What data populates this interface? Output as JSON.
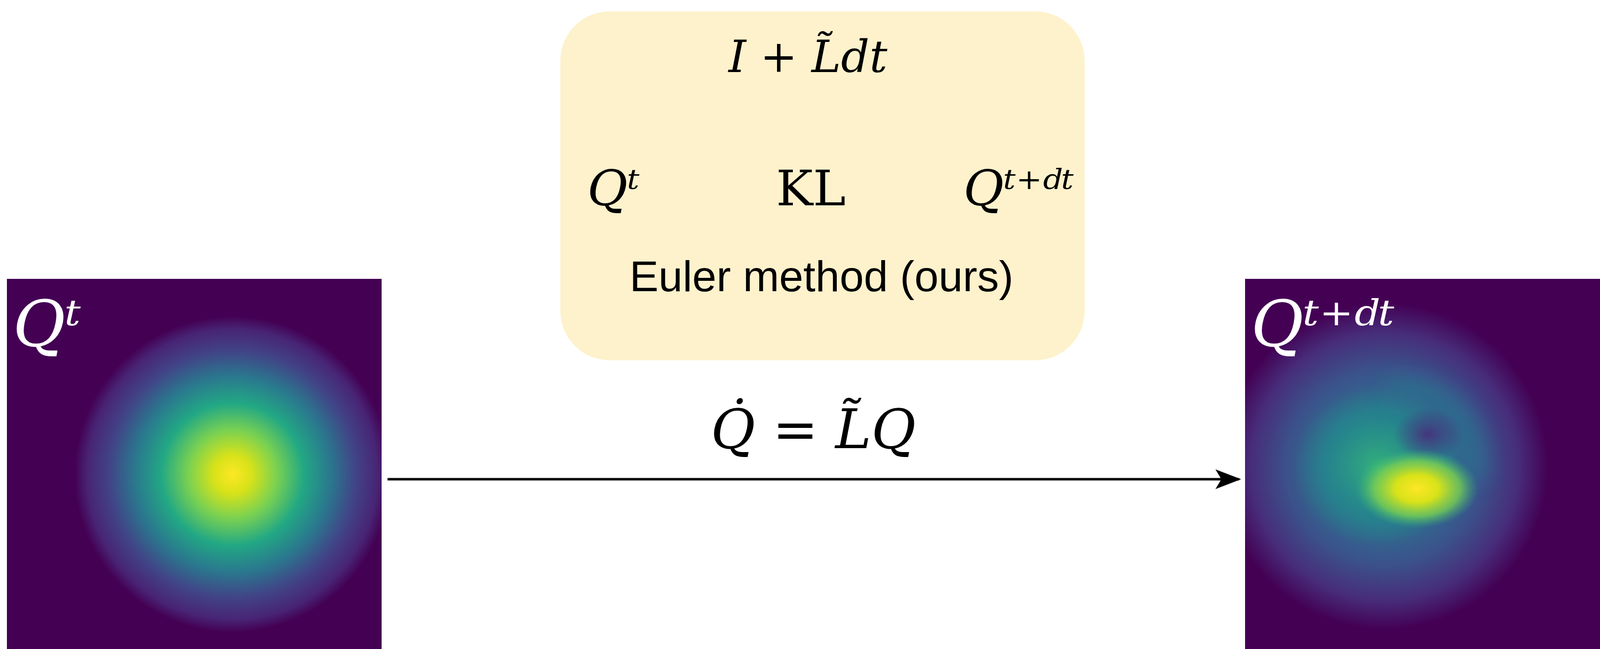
{
  "diagram": {
    "nodes": [
      {
        "text": [
          "Qᵗ"
        ]
      },
      {
        "text": [
          "Euler method (ours)"
        ]
      },
      {
        "text": [
          "Qᵗ"
        ],
        "in": 1
      },
      {
        "text": [
          "KL"
        ],
        "in": 1
      },
      {
        "text": [
          "Qᵗ⁺ᵈᵗ"
        ],
        "in": 1
      },
      {
        "text": [
          "Qᵗ⁺ᵈᵗ"
        ]
      }
    ],
    "edges": [
      {
        "from": 2,
        "to": 3,
        "arrow": "to"
      },
      {
        "from": 4,
        "to": 3,
        "arrow": "to"
      },
      {
        "from": 2,
        "to": 4,
        "arrow": "to",
        "label": "I + L̃dt"
      },
      {
        "from": 0,
        "to": 5,
        "arrow": "to",
        "label": "Q̇ = L̃Q"
      }
    ]
  }
}
